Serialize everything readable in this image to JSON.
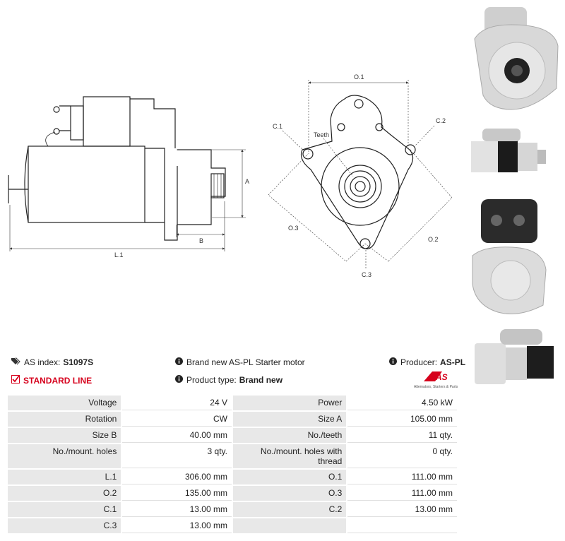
{
  "drawing": {
    "labels": {
      "a": "A",
      "b": "B",
      "l1": "L.1",
      "o1": "O.1",
      "o2": "O.2",
      "o3": "O.3",
      "c1": "C.1",
      "c2": "C.2",
      "c3": "C.3",
      "teeth": "Teeth"
    }
  },
  "info": {
    "as_index_label": "AS index:",
    "as_index_value": "S1097S",
    "line_label": "STANDARD LINE",
    "description": "Brand new AS-PL Starter motor",
    "product_type_label": "Product type:",
    "product_type_value": "Brand new",
    "producer_label": "Producer:",
    "producer_value": "AS-PL",
    "logo_text": "AS",
    "logo_tagline": "Alternators, Starters & Parts"
  },
  "icons": {
    "tags": "tags-icon",
    "check": "checkbox-icon",
    "info": "info-icon"
  },
  "colors": {
    "brand_red": "#d6001c",
    "label_bg": "#e8e8e8"
  },
  "specs": [
    [
      {
        "l": "Voltage",
        "v": "24 V"
      },
      {
        "l": "Power",
        "v": "4.50 kW"
      }
    ],
    [
      {
        "l": "Rotation",
        "v": "CW"
      },
      {
        "l": "Size A",
        "v": "105.00 mm"
      }
    ],
    [
      {
        "l": "Size B",
        "v": "40.00 mm"
      },
      {
        "l": "No./teeth",
        "v": "11 qty."
      }
    ],
    [
      {
        "l": "No./mount. holes",
        "v": "3 qty."
      },
      {
        "l": "No./mount. holes with thread",
        "v": "0 qty."
      }
    ],
    [
      {
        "l": "L.1",
        "v": "306.00 mm"
      },
      {
        "l": "O.1",
        "v": "111.00 mm"
      }
    ],
    [
      {
        "l": "O.2",
        "v": "135.00 mm"
      },
      {
        "l": "O.3",
        "v": "111.00 mm"
      }
    ],
    [
      {
        "l": "C.1",
        "v": "13.00 mm"
      },
      {
        "l": "C.2",
        "v": "13.00 mm"
      }
    ],
    [
      {
        "l": "C.3",
        "v": "13.00 mm"
      },
      {
        "l": "",
        "v": ""
      }
    ]
  ]
}
